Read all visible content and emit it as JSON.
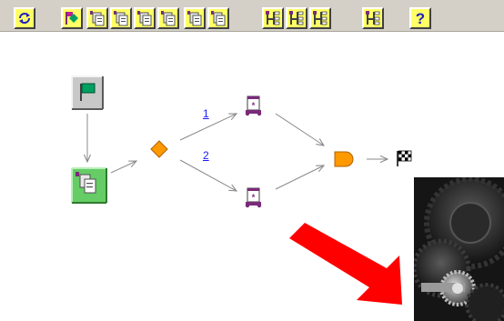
{
  "toolbar": {
    "buttons": [
      {
        "id": "refresh",
        "icon": "refresh-arrows-icon"
      },
      {
        "id": "transition",
        "icon": "flag-diamond-icon"
      },
      {
        "id": "activity-1",
        "icon": "activity-pages-icon"
      },
      {
        "id": "activity-2",
        "icon": "activity-pages-icon"
      },
      {
        "id": "activity-3",
        "icon": "activity-pages-icon"
      },
      {
        "id": "activity-4",
        "icon": "activity-pages-icon"
      },
      {
        "id": "route-1",
        "icon": "route-tree-icon"
      },
      {
        "id": "route-2",
        "icon": "route-tree-icon"
      },
      {
        "id": "route-3",
        "icon": "route-tree-icon"
      },
      {
        "id": "route-4",
        "icon": "route-tree-icon"
      },
      {
        "id": "help",
        "icon": "question-mark-icon",
        "label": "?"
      }
    ]
  },
  "diagram": {
    "nodes": [
      {
        "id": "start",
        "icon": "green-flag-icon"
      },
      {
        "id": "activity",
        "icon": "activity-pages-icon"
      },
      {
        "id": "or-split",
        "icon": "orange-diamond-icon"
      },
      {
        "id": "subflow-upper",
        "icon": "subflow-scroll-icon"
      },
      {
        "id": "subflow-lower",
        "icon": "subflow-scroll-icon"
      },
      {
        "id": "and-join",
        "icon": "orange-and-gate-icon"
      },
      {
        "id": "end",
        "icon": "checkered-flag-icon"
      }
    ],
    "branch_labels": [
      "1",
      "2"
    ]
  },
  "colors": {
    "toolbar_bg": "#d4d0c8",
    "button_face": "#ffff66",
    "arrow": "#8a8a8a",
    "link": "#1a1aff",
    "diamond": "#ff9900",
    "highlight_arrow": "#ff0000",
    "start_box": "#c8c8c8",
    "activity_box": "#66cc66"
  }
}
